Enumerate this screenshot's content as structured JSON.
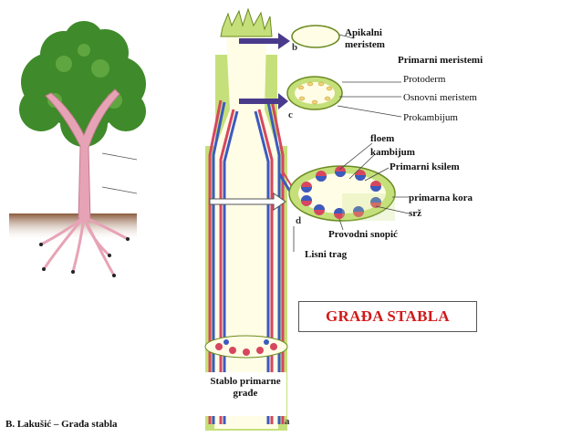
{
  "title": "GRAĐA STABLA",
  "credit": "B. Lakušić – Građa stabla",
  "caption": {
    "line1": "Stablo primarne",
    "line2": "građe"
  },
  "labels": {
    "apikalni_1": "Apikalni",
    "apikalni_2": "meristem",
    "primarni_meristemi": "Primarni meristemi",
    "protoderm": "Protoderm",
    "osnovni_meristem": "Osnovni meristem",
    "prokambijum": "Prokambijum",
    "floem": "floem",
    "kambijum": "kambijum",
    "primarni_ksilem": "Primarni ksilem",
    "primarna_kora": "primarna kora",
    "srz": "srž",
    "provodni_snopic": "Provodni snopić",
    "lisni_trag": "Lisni trag"
  },
  "letters": {
    "a": "a",
    "b": "b",
    "c": "c",
    "d": "d"
  },
  "colors": {
    "title": "#d11a1a",
    "foliage": "#3f8a2a",
    "trunk": "#e7a3b6",
    "stem": "#fffde6",
    "cortex": "#c5e07a",
    "phloem": "#d6475f",
    "xylem": "#3b5bbf",
    "arrow": "#4a3a8c",
    "soil": "#8a5a3c"
  }
}
